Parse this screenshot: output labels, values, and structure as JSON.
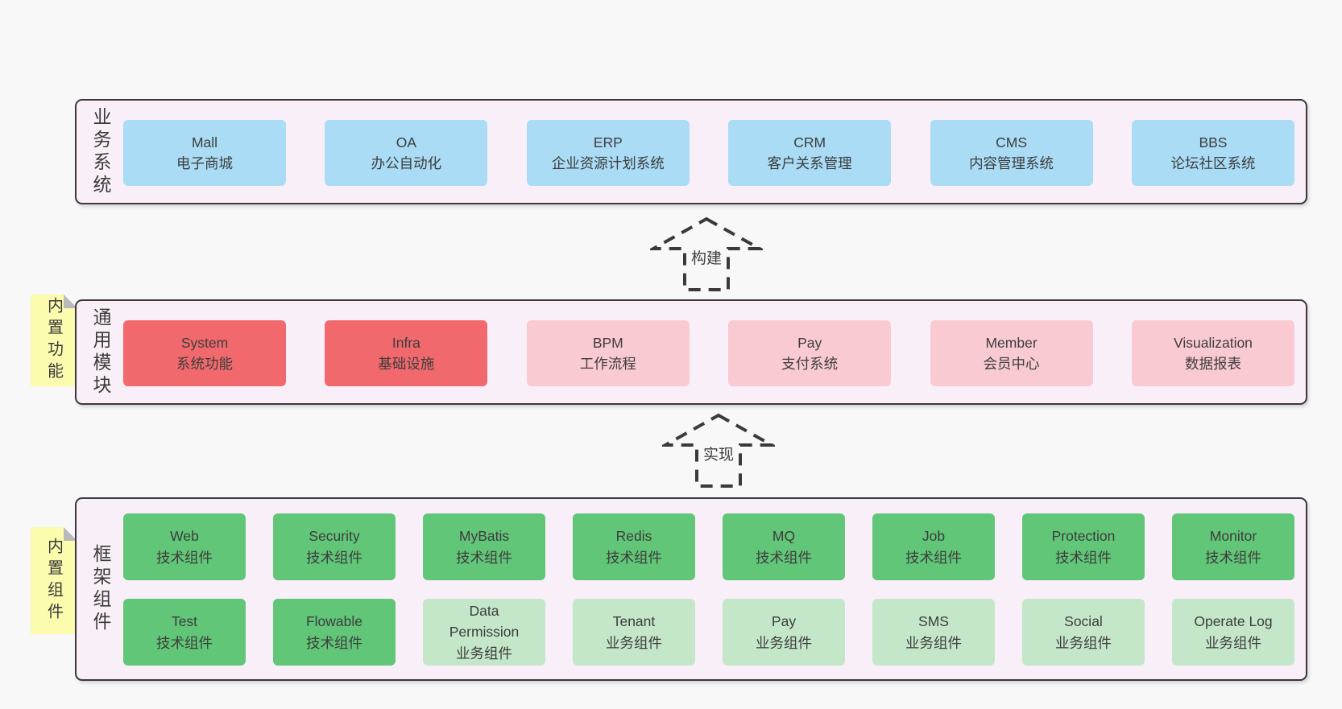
{
  "colors": {
    "page_bg": "#f8f8f8",
    "panel_bg": "#f9eff8",
    "panel_border": "#3c363f",
    "box_blue": "#aadcf6",
    "box_red": "#f1696c",
    "box_pink": "#facad3",
    "box_green": "#61c677",
    "box_light_green": "#c4e7c9",
    "note_yellow": "#fcfcae",
    "text": "#3d3d3d"
  },
  "sections": [
    {
      "header": "业务系统",
      "boxes": [
        {
          "name": "Mall",
          "desc": "电子商城"
        },
        {
          "name": "OA",
          "desc": "办公自动化"
        },
        {
          "name": "ERP",
          "desc": "企业资源计划系统"
        },
        {
          "name": "CRM",
          "desc": "客户关系管理"
        },
        {
          "name": "CMS",
          "desc": "内容管理系统"
        },
        {
          "name": "BBS",
          "desc": "论坛社区系统"
        }
      ]
    },
    {
      "header": "通用模块",
      "note": "内置功能",
      "boxes": [
        {
          "name": "System",
          "desc": "系统功能"
        },
        {
          "name": "Infra",
          "desc": "基础设施"
        },
        {
          "name": "BPM",
          "desc": "工作流程"
        },
        {
          "name": "Pay",
          "desc": "支付系统"
        },
        {
          "name": "Member",
          "desc": "会员中心"
        },
        {
          "name": "Visualization",
          "desc": "数据报表"
        }
      ]
    },
    {
      "header": "框架组件",
      "note": "内置组件",
      "rows": [
        [
          {
            "name": "Web",
            "desc": "技术组件"
          },
          {
            "name": "Security",
            "desc": "技术组件"
          },
          {
            "name": "MyBatis",
            "desc": "技术组件"
          },
          {
            "name": "Redis",
            "desc": "技术组件"
          },
          {
            "name": "MQ",
            "desc": "技术组件"
          },
          {
            "name": "Job",
            "desc": "技术组件"
          },
          {
            "name": "Protection",
            "desc": "技术组件"
          },
          {
            "name": "Monitor",
            "desc": "技术组件"
          }
        ],
        [
          {
            "name": "Test",
            "desc": "技术组件"
          },
          {
            "name": "Flowable",
            "desc": "技术组件"
          },
          {
            "name": "Data Permission",
            "desc": "业务组件"
          },
          {
            "name": "Tenant",
            "desc": "业务组件"
          },
          {
            "name": "Pay",
            "desc": "业务组件"
          },
          {
            "name": "SMS",
            "desc": "业务组件"
          },
          {
            "name": "Social",
            "desc": "业务组件"
          },
          {
            "name": "Operate Log",
            "desc": "业务组件"
          }
        ]
      ]
    }
  ],
  "arrows": [
    {
      "label": "构建"
    },
    {
      "label": "实现"
    }
  ]
}
